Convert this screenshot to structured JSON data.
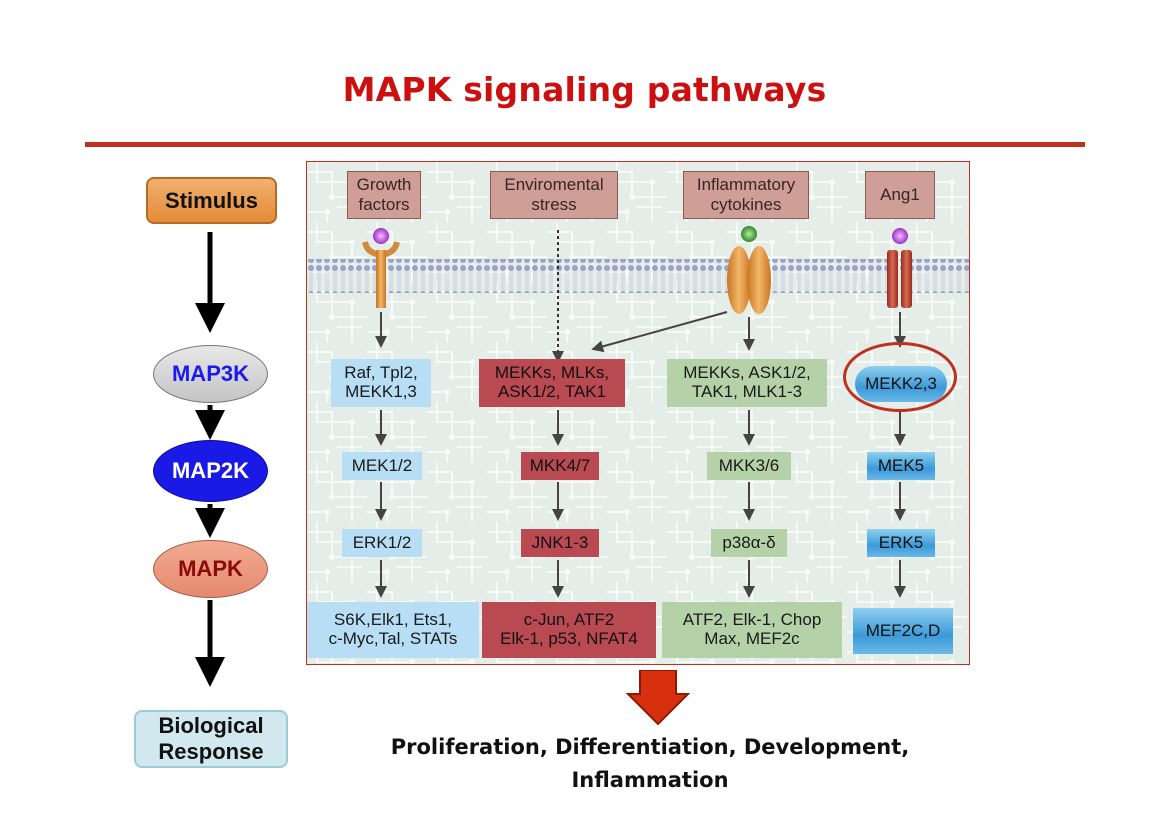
{
  "title": "MAPK signaling pathways",
  "legend": {
    "stimulus": "Stimulus",
    "map3k": "MAP3K",
    "map2k": "MAP2K",
    "mapk": "MAPK",
    "response_line1": "Biological",
    "response_line2": "Response"
  },
  "pathways": [
    {
      "stimulus_line1": "Growth",
      "stimulus_line2": "factors",
      "map3k_line1": "Raf, Tpl2,",
      "map3k_line2": "MEKK1,3",
      "map2k": "MEK1/2",
      "mapk": "ERK1/2",
      "targets_line1": "S6K,Elk1, Ets1,",
      "targets_line2": "c-Myc,Tal, STATs"
    },
    {
      "stimulus_line1": "Enviromental",
      "stimulus_line2": "stress",
      "map3k_line1": "MEKKs, MLKs,",
      "map3k_line2": "ASK1/2, TAK1",
      "map2k": "MKK4/7",
      "mapk": "JNK1-3",
      "targets_line1": "c-Jun, ATF2",
      "targets_line2": "Elk-1, p53, NFAT4"
    },
    {
      "stimulus_line1": "Inflammatory",
      "stimulus_line2": "cytokines",
      "map3k_line1": "MEKKs, ASK1/2,",
      "map3k_line2": "TAK1, MLK1-3",
      "map2k": "MKK3/6",
      "mapk": "p38α-δ",
      "targets_line1": "ATF2, Elk-1, Chop",
      "targets_line2": "Max, MEF2c"
    },
    {
      "stimulus_line1": "Ang1",
      "stimulus_line2": "",
      "map3k_line1": "MEKK2,3",
      "map3k_line2": "",
      "map2k": "MEK5",
      "mapk": "ERK5",
      "targets_line1": "MEF2C,D",
      "targets_line2": ""
    }
  ],
  "outcome_line1": "Proliferation, Differentiation, Development,",
  "outcome_line2": "Inflammation",
  "colors": {
    "title": "#cc1010",
    "erk_pathway": "#b7def4",
    "jnk_pathway": "#b94a52",
    "p38_pathway": "#b5d1a8",
    "erk5_pathway": "#3c9ad8",
    "highlight_ring": "#c0301e"
  }
}
